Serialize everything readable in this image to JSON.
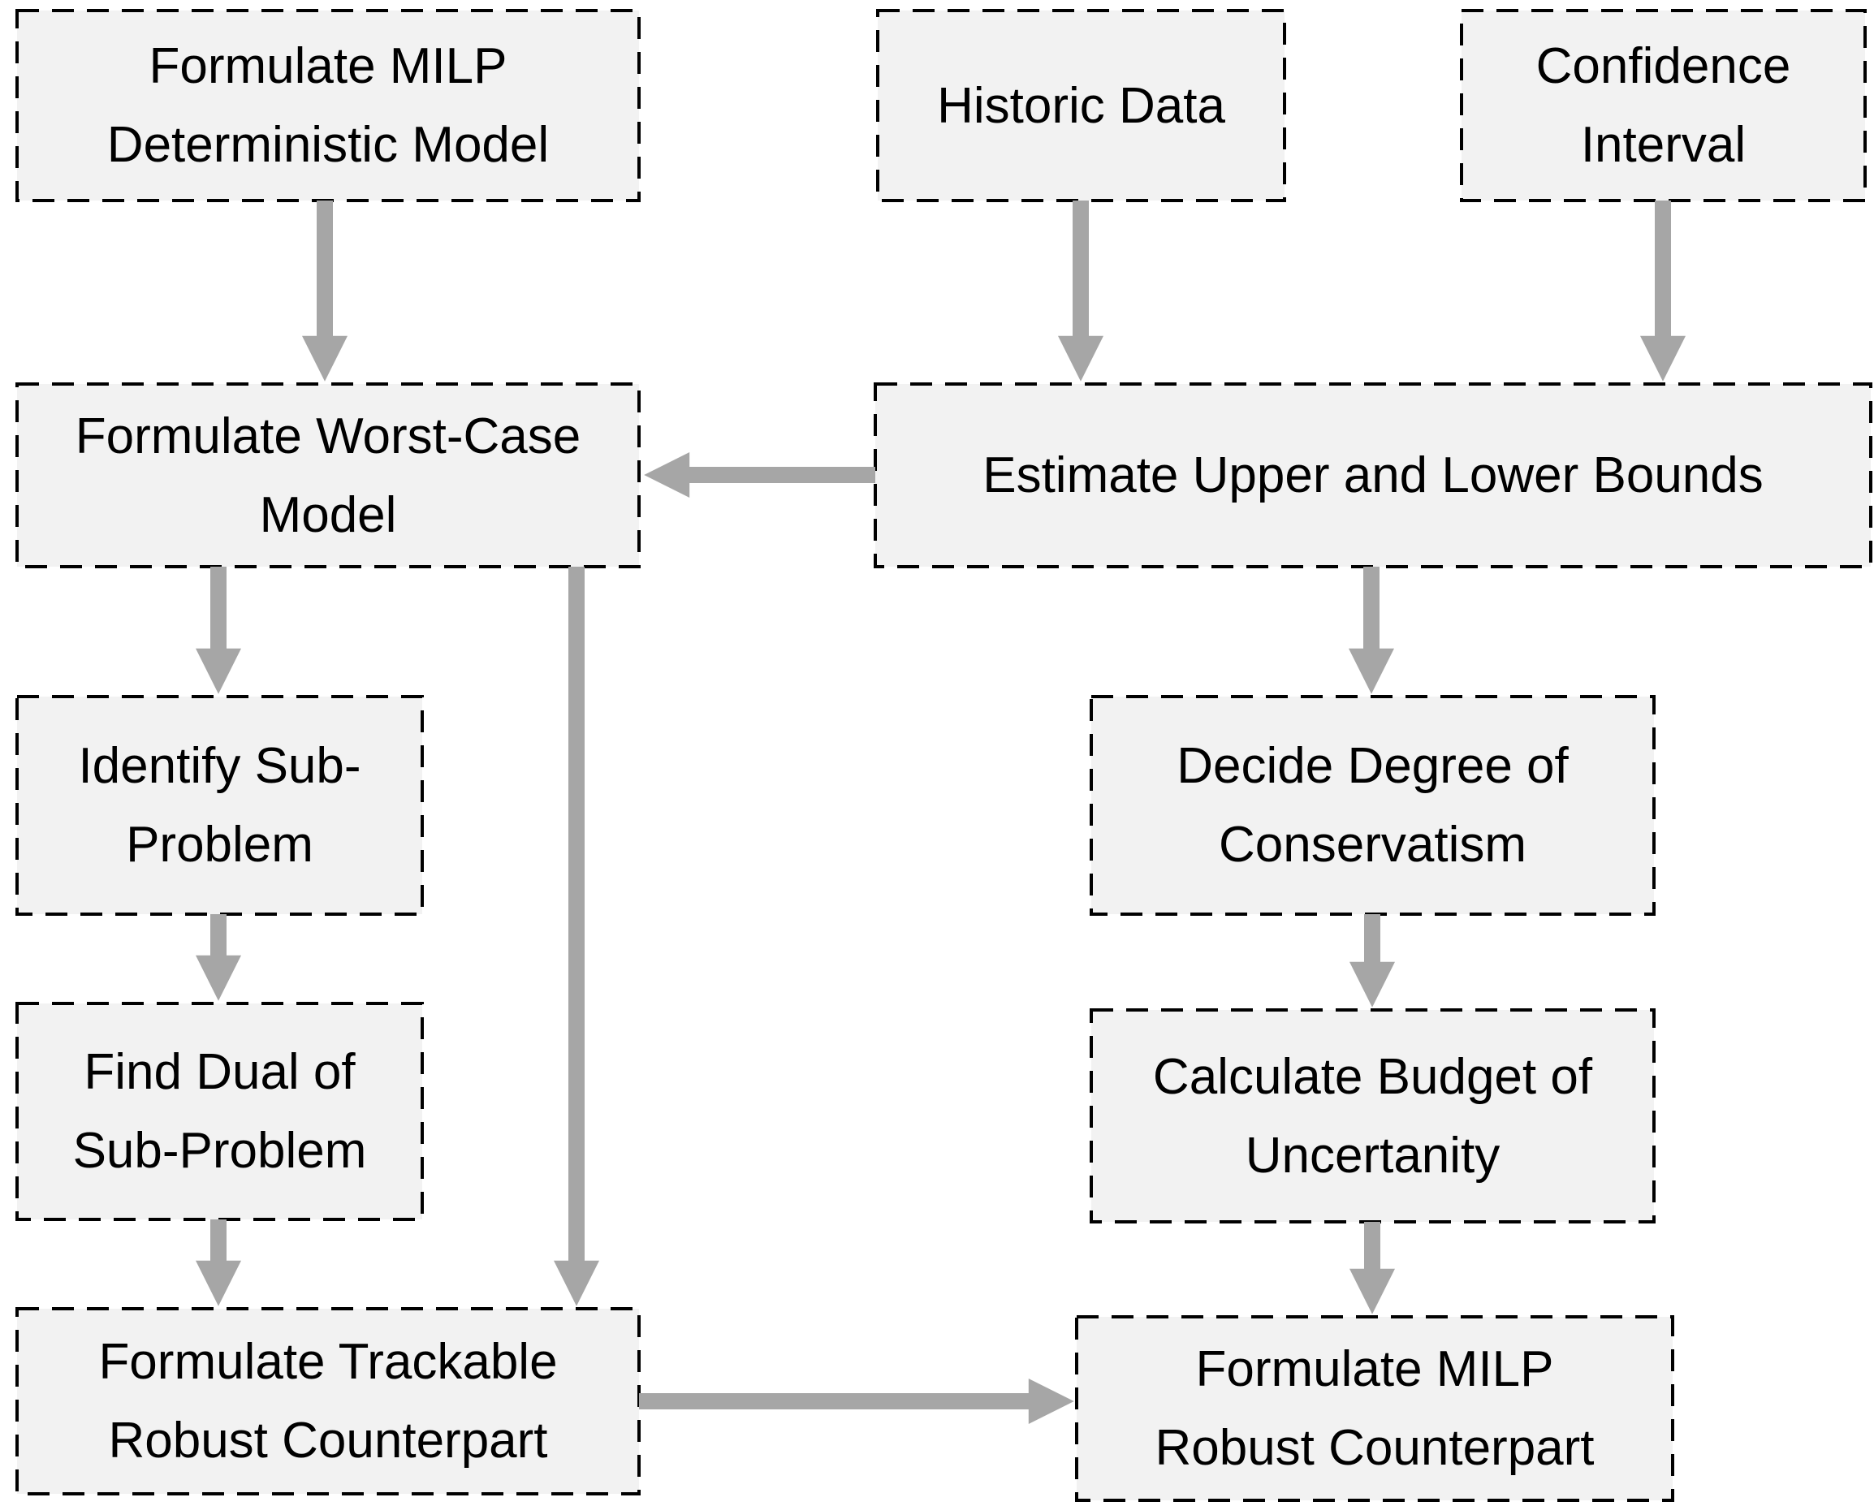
{
  "diagram": {
    "type": "flowchart",
    "background": "#ffffff",
    "colors": {
      "box_fill": "#f2f2f2",
      "box_border": "#000000",
      "box_border_style": "dashed",
      "arrow": "#a6a6a6",
      "text": "#000000"
    },
    "nodes": {
      "milp_deterministic": {
        "line1": "Formulate MILP",
        "line2": "Deterministic Model"
      },
      "historic_data": {
        "line1": "Historic Data"
      },
      "confidence_interval": {
        "line1": "Confidence",
        "line2": "Interval"
      },
      "worst_case": {
        "line1": "Formulate Worst-Case",
        "line2": "Model"
      },
      "estimate_bounds": {
        "line1": "Estimate Upper and Lower Bounds"
      },
      "identify_sub": {
        "line1": "Identify Sub-",
        "line2": "Problem"
      },
      "decide_degree": {
        "line1": "Decide Degree of",
        "line2": "Conservatism"
      },
      "find_dual": {
        "line1": "Find Dual of",
        "line2": "Sub-Problem"
      },
      "calculate_budget": {
        "line1": "Calculate Budget of",
        "line2": "Uncertanity"
      },
      "trackable": {
        "line1": "Formulate Trackable",
        "line2": "Robust Counterpart"
      },
      "milp_robust": {
        "line1": "Formulate MILP",
        "line2": "Robust Counterpart"
      }
    },
    "edges": [
      {
        "from": "milp_deterministic",
        "to": "worst_case",
        "direction": "down"
      },
      {
        "from": "historic_data",
        "to": "estimate_bounds",
        "direction": "down"
      },
      {
        "from": "confidence_interval",
        "to": "estimate_bounds",
        "direction": "down"
      },
      {
        "from": "estimate_bounds",
        "to": "worst_case",
        "direction": "left"
      },
      {
        "from": "worst_case",
        "to": "identify_sub",
        "direction": "down"
      },
      {
        "from": "worst_case",
        "to": "trackable",
        "direction": "down"
      },
      {
        "from": "identify_sub",
        "to": "find_dual",
        "direction": "down"
      },
      {
        "from": "find_dual",
        "to": "trackable",
        "direction": "down"
      },
      {
        "from": "estimate_bounds",
        "to": "decide_degree",
        "direction": "down"
      },
      {
        "from": "decide_degree",
        "to": "calculate_budget",
        "direction": "down"
      },
      {
        "from": "calculate_budget",
        "to": "milp_robust",
        "direction": "down"
      },
      {
        "from": "trackable",
        "to": "milp_robust",
        "direction": "right"
      }
    ]
  }
}
